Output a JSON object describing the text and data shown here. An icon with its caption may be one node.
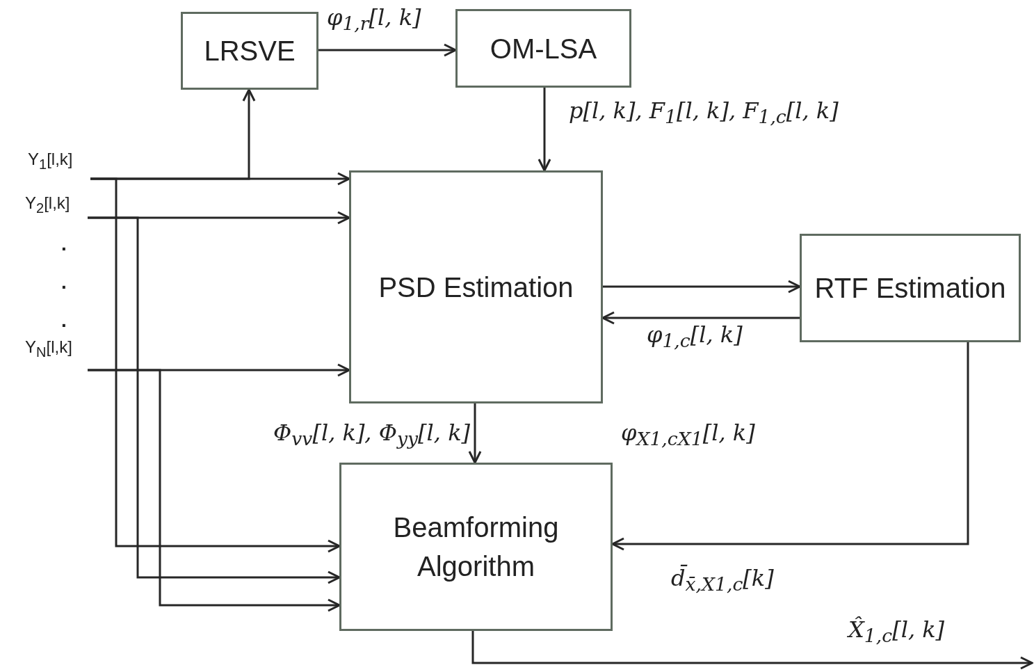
{
  "diagram": {
    "nodes": [
      {
        "text": [
          "LRSVE"
        ]
      },
      {
        "text": [
          "OM-LSA"
        ]
      },
      {
        "text": [
          "PSD Estimation"
        ]
      },
      {
        "text": [
          "RTF Estimation"
        ]
      },
      {
        "text": [
          "Beamforming Algorithm"
        ]
      },
      {
        "text": [
          "Y$_{1}$[l,k]"
        ]
      },
      {
        "text": [
          "Y$_{2}$[l,k]"
        ]
      },
      {
        "text": [
          "Y$_{N}$[l,k]"
        ]
      }
    ],
    "edges": [
      {
        "from": 0,
        "to": 1,
        "arrow": "to",
        "label": "φ$_{1,r}$[l, k]"
      },
      {
        "from": 1,
        "to": 2,
        "arrow": "to",
        "label": "p[l, k], F$_{1}$[l, k], F$_{1,c}$[l, k]"
      },
      {
        "from": 2,
        "to": 3,
        "arrow": "to"
      },
      {
        "from": 3,
        "to": 2,
        "arrow": "to",
        "label": "φ$_{1,c}$[l, k]"
      },
      {
        "from": 2,
        "to": 4,
        "arrow": "to",
        "label": "Φ$_{vv}$[l, k], Φ$_{yy}$[l, k]"
      },
      {
        "from": 3,
        "to": 4,
        "arrow": "to",
        "label": "d̄$_{x̄,X1,c}$[k]"
      },
      {
        "from": 4,
        "to": null,
        "arrow": "to",
        "label": "X̂$_{1,c}$[l, k]"
      },
      {
        "from": 5,
        "to": 0,
        "arrow": "to"
      },
      {
        "from": 5,
        "to": 2,
        "arrow": "to"
      },
      {
        "from": 5,
        "to": 4,
        "arrow": "to"
      },
      {
        "from": 6,
        "to": 2,
        "arrow": "to"
      },
      {
        "from": 6,
        "to": 4,
        "arrow": "to"
      },
      {
        "from": 7,
        "to": 2,
        "arrow": "to"
      },
      {
        "from": 7,
        "to": 4,
        "arrow": "to"
      }
    ],
    "labels": [
      ".",
      ".",
      ".",
      "φ$_{X1,cX1}$[l, k]"
    ]
  }
}
